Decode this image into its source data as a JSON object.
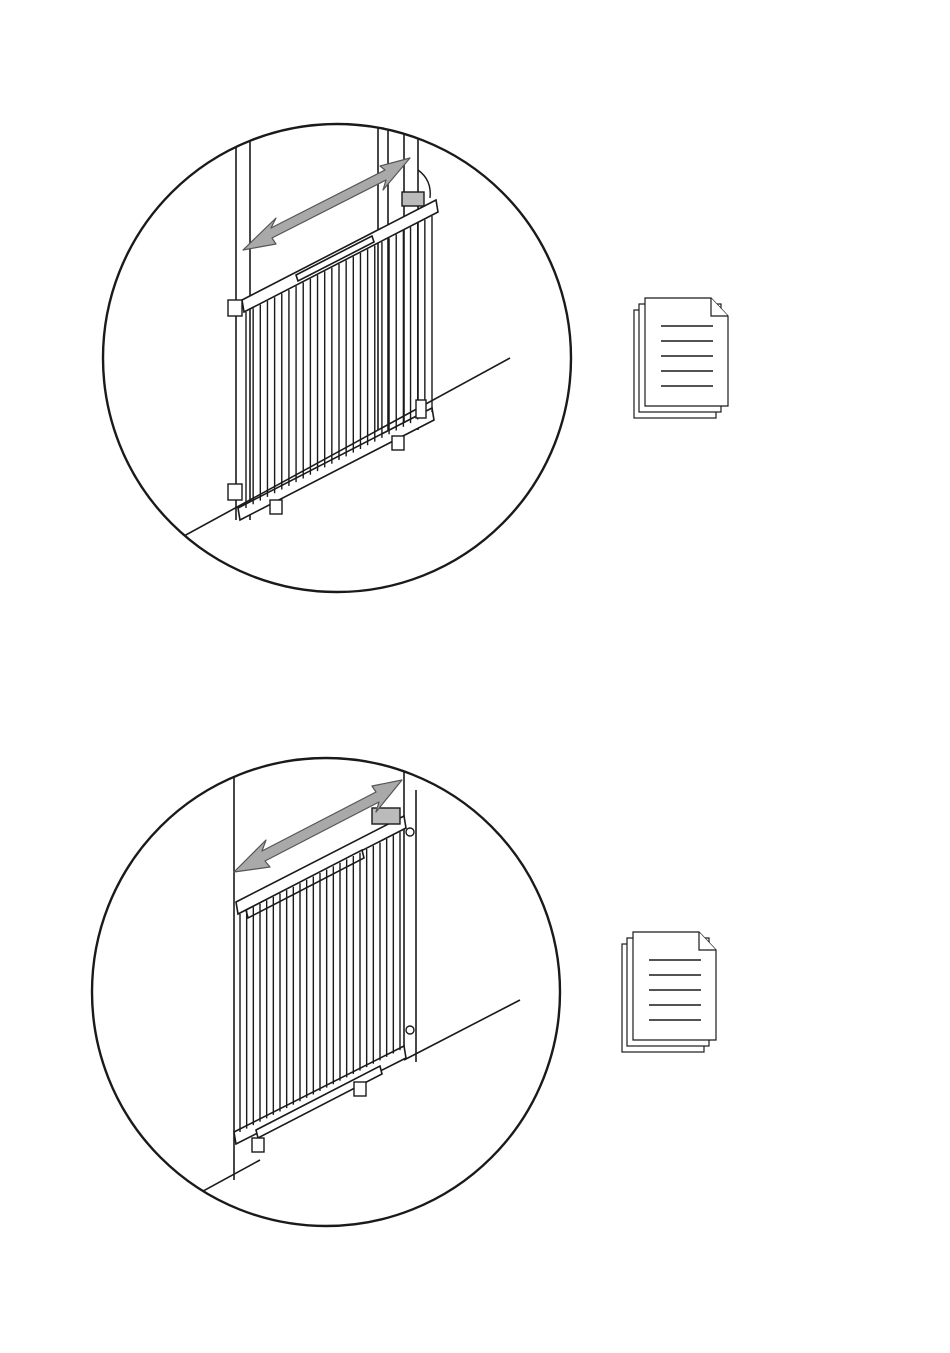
{
  "colors": {
    "line": "#1a1a1a",
    "arrow_fill": "#a9a9a9",
    "arrow_stroke": "#555555",
    "background": "#ffffff"
  },
  "panels": [
    {
      "id": "wall-mount-opening",
      "detail_view": "circle-detail",
      "arrow": "double-headed-width-arrow",
      "document_icon": "document-stack-icon"
    },
    {
      "id": "wall-mount-recess",
      "detail_view": "circle-detail",
      "arrow": "double-headed-width-arrow",
      "document_icon": "document-stack-icon"
    }
  ]
}
